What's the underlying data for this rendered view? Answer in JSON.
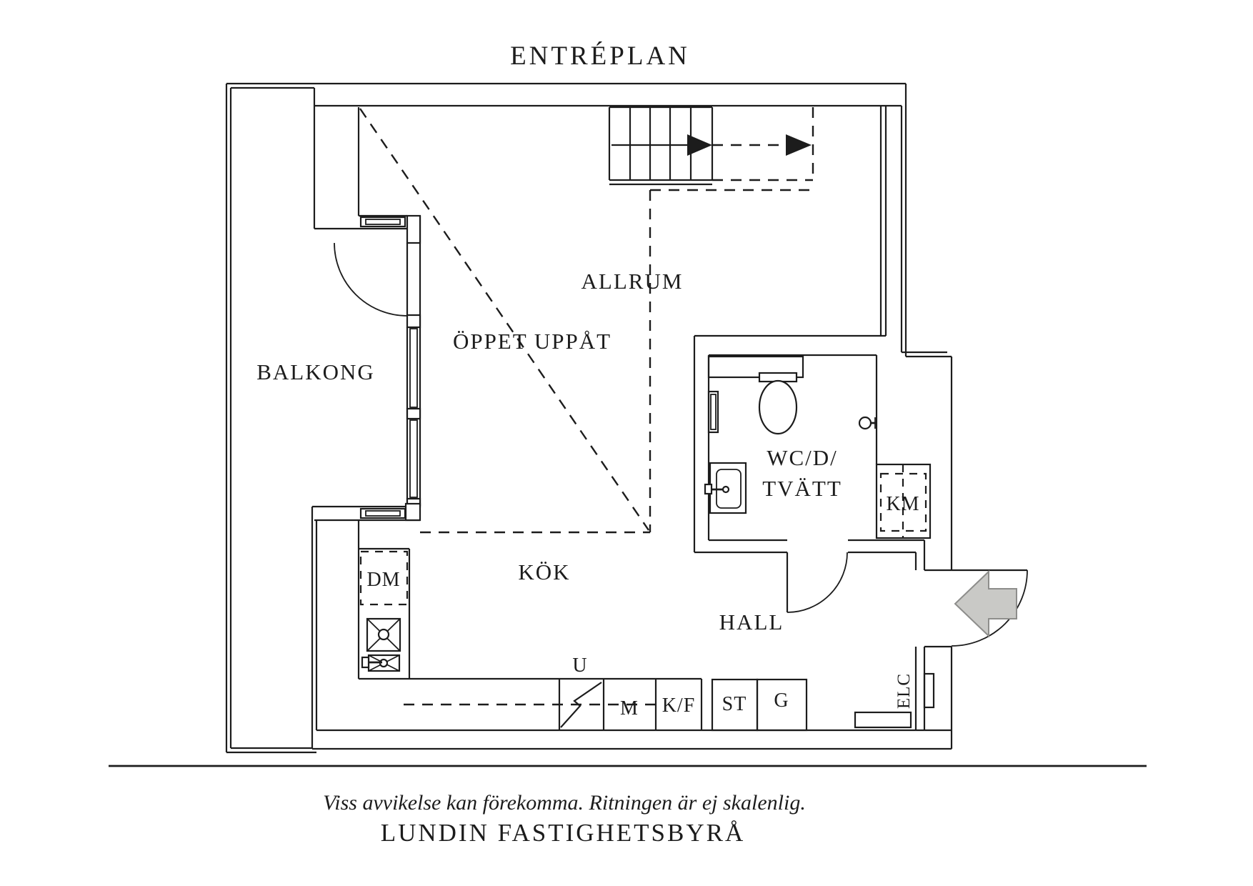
{
  "title": "ENTRÉPLAN",
  "rooms": {
    "balcony": "BALKONG",
    "living_room": "ALLRUM",
    "open_above": "ÖPPET UPPÅT",
    "kitchen": "KÖK",
    "bathroom_line1": "WC/D/",
    "bathroom_line2": "TVÄTT",
    "hallway": "HALL"
  },
  "fixtures": {
    "dishwasher": "DM",
    "washing_machine": "KM",
    "oven": "U",
    "microwave": "M",
    "fridge_freezer": "K/F",
    "closet": "ST",
    "wardrobe": "G",
    "electrical_cabinet": "ELC"
  },
  "footer": {
    "disclaimer": "Viss avvikelse kan förekomma. Ritningen är ej skalenlig.",
    "agency": "LUNDIN FASTIGHETSBYRÅ"
  },
  "colors": {
    "line": "#1c1c1c",
    "background": "#ffffff",
    "entry_arrow_fill": "#c9c9c6",
    "entry_arrow_stroke": "#8d8d8b"
  }
}
